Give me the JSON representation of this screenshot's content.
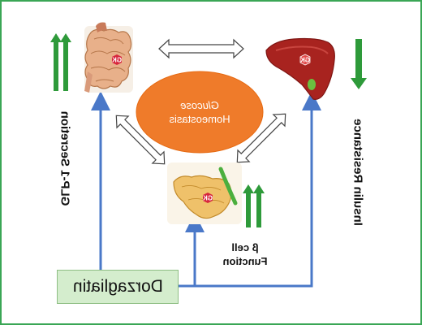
{
  "labels": {
    "glp1": "GLP-1 Secretion",
    "insulin_resistance": "Insulin Resistance",
    "center_line1": "Glucose",
    "center_line2": "Homeostasis",
    "beta_line1": "β cell",
    "beta_line2": "Function",
    "drug": "Dorzagliatin",
    "gk": "GK"
  },
  "colors": {
    "frame": "#3aa655",
    "up_arrow": "#2e9a3a",
    "down_arrow": "#2e9a3a",
    "connector": "#4a78c8",
    "ellipse": "#ef7b2a",
    "drug_box": "#d4edcd"
  },
  "icons": [
    "intestine-icon",
    "liver-icon",
    "pancreas-icon"
  ]
}
